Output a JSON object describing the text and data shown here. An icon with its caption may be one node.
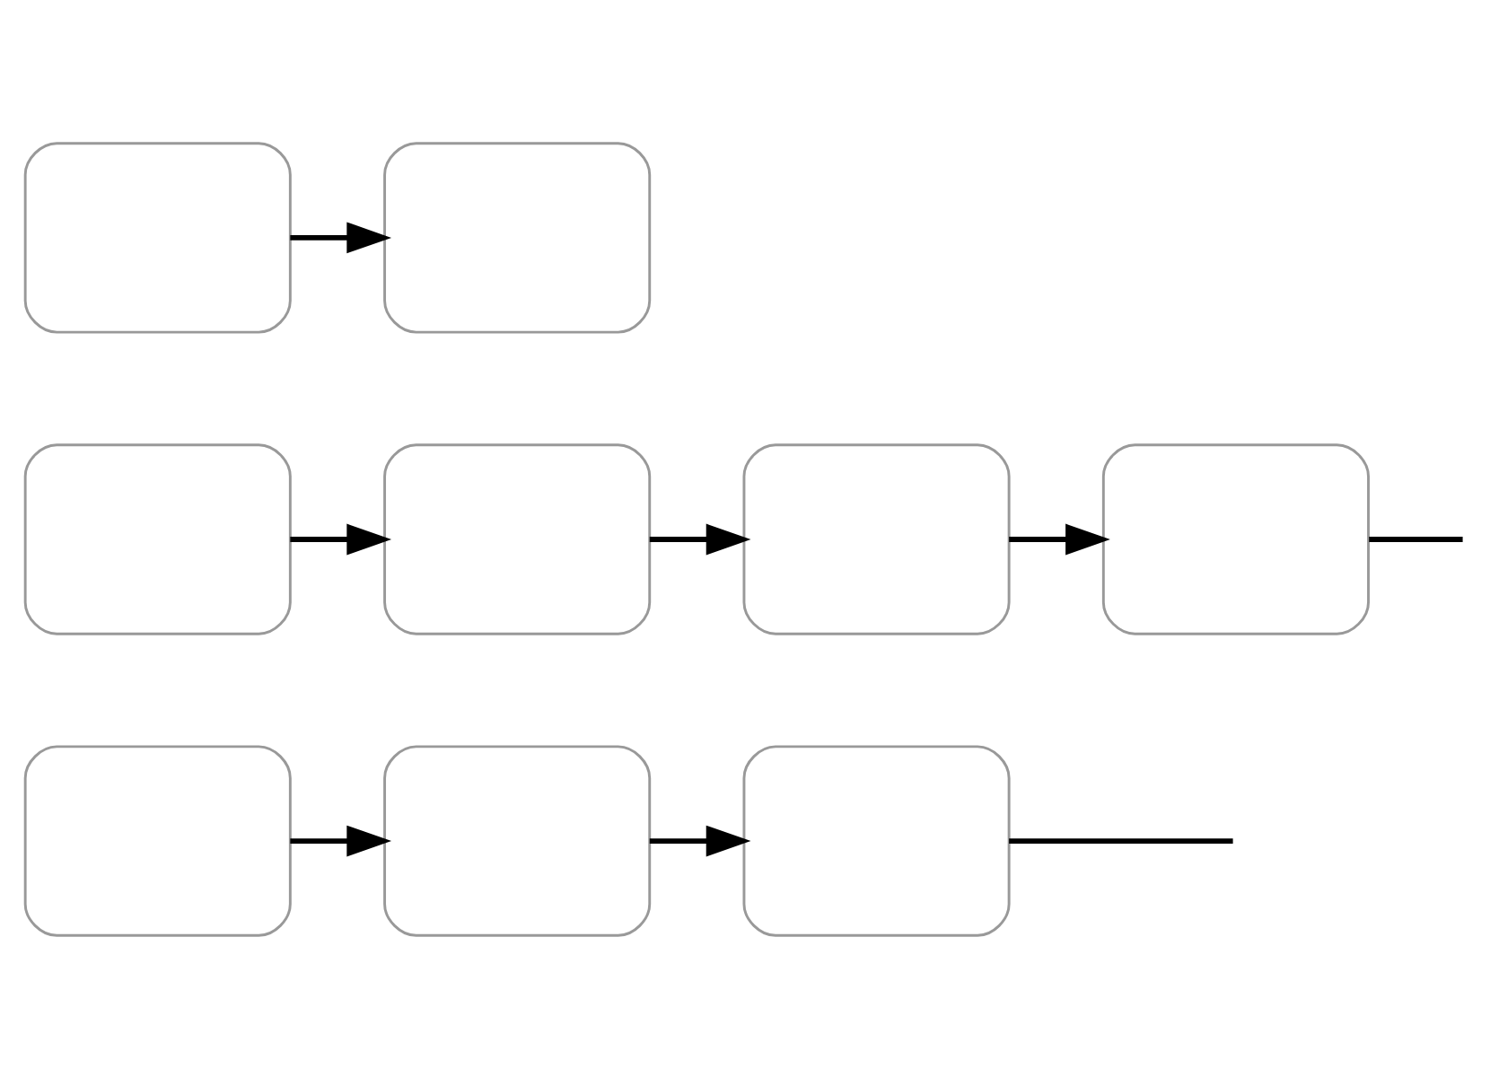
{
  "diagram": {
    "nodes": [
      {
        "text": [],
        "shape": "box"
      },
      {
        "text": [],
        "shape": "box"
      },
      {
        "text": [],
        "shape": "box"
      },
      {
        "text": [],
        "shape": "box"
      },
      {
        "text": [],
        "shape": "box"
      },
      {
        "text": [],
        "shape": "box"
      },
      {
        "text": [],
        "shape": "box"
      },
      {
        "text": [],
        "shape": "box"
      },
      {
        "text": [],
        "shape": "box"
      }
    ],
    "edges": [
      {
        "from": 0,
        "to": 1,
        "arrow": "to"
      },
      {
        "from": 1,
        "to": 2,
        "arrow": "to"
      },
      {
        "from": 2,
        "to": null,
        "arrow": "none"
      },
      {
        "from": 3,
        "to": 4,
        "arrow": "to"
      },
      {
        "from": 4,
        "to": 5,
        "arrow": "to"
      },
      {
        "from": 5,
        "to": 6,
        "arrow": "to"
      },
      {
        "from": 6,
        "to": null,
        "arrow": "none"
      },
      {
        "from": 7,
        "to": 8,
        "arrow": "to"
      }
    ]
  }
}
